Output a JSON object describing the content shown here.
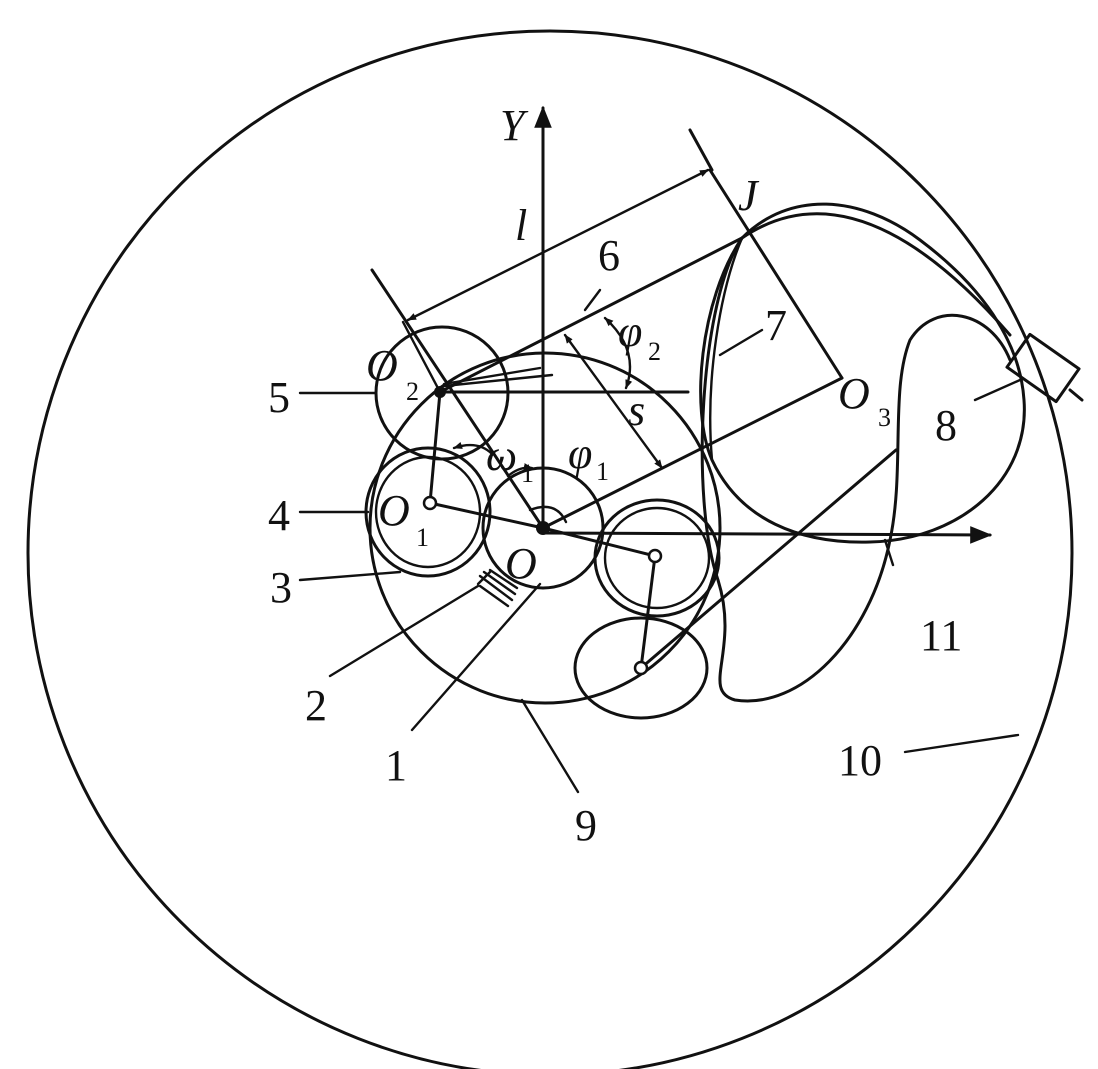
{
  "axis_y": "Y",
  "points": {
    "O": "O",
    "O1": "O",
    "O1_sub": "1",
    "O2": "O",
    "O2_sub": "2",
    "O3": "O",
    "O3_sub": "3",
    "J": "J"
  },
  "symbols": {
    "l": "l",
    "s": "s",
    "phi1": "φ",
    "phi1_sub": "1",
    "phi2": "φ",
    "phi2_sub": "2",
    "omega1": "ω",
    "omega1_sub": "1"
  },
  "part_labels": [
    "1",
    "2",
    "3",
    "4",
    "5",
    "6",
    "7",
    "8",
    "9",
    "10",
    "11"
  ]
}
